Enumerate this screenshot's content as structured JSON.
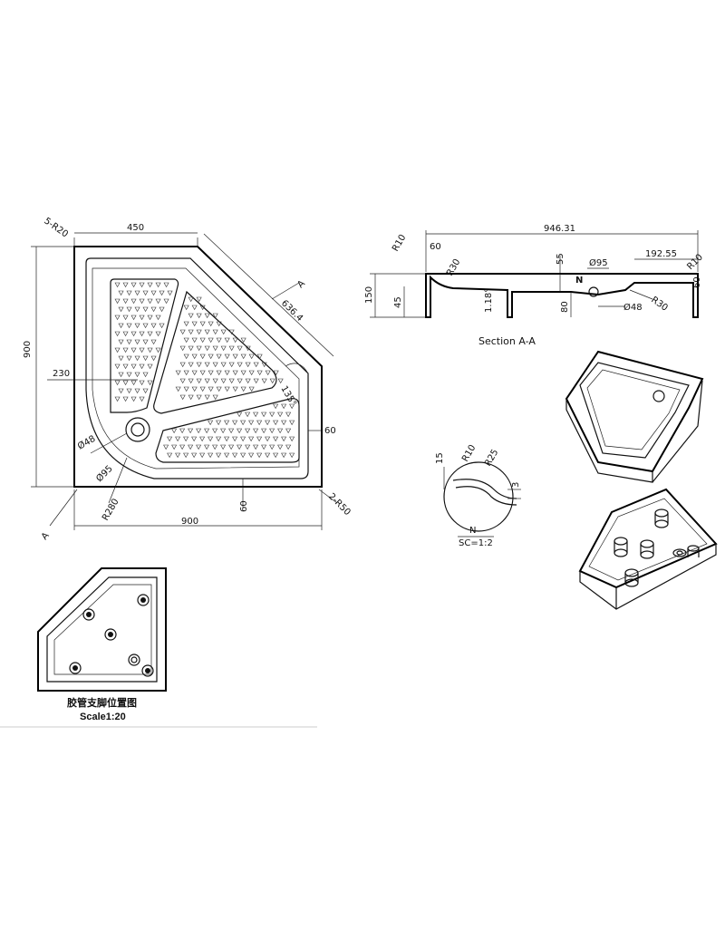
{
  "plan_view": {
    "dims": {
      "top_width": "450",
      "corner_radius": "5-R20",
      "diagonal": "636.4",
      "section_mark_top": "A",
      "section_mark_bottom": "A",
      "height": "900",
      "drain_offset": "230",
      "drain_diameter": "Ø48",
      "bowl_diameter": "Ø95",
      "inner_radius": "R280",
      "angle": "135°",
      "side_lip": "60",
      "bottom_lip": "60",
      "corner_radius_2": "2-R50",
      "bottom_width": "900"
    }
  },
  "section_view": {
    "dims": {
      "total_length": "946.31",
      "r_left": "R10",
      "left_lip": "60",
      "r30_left": "R30",
      "depth_55": "55",
      "bowl_dia": "Ø95",
      "right_length": "192.55",
      "r_right": "R10",
      "right_lip": "60",
      "height_150": "150",
      "height_45": "45",
      "slope": "1.18°",
      "drain_depth": "80",
      "detail_marker": "N",
      "drain_dia": "Ø48",
      "r30_right": "R30"
    },
    "caption": "Section  A-A"
  },
  "detail_view": {
    "dims": {
      "d15": "15",
      "r10": "R10",
      "r25": "R25",
      "d3": "3"
    },
    "label": "N",
    "scale": "SC=1:2"
  },
  "legs_view": {
    "caption": "胶管支脚位置图",
    "scale": "Scale1:20"
  }
}
